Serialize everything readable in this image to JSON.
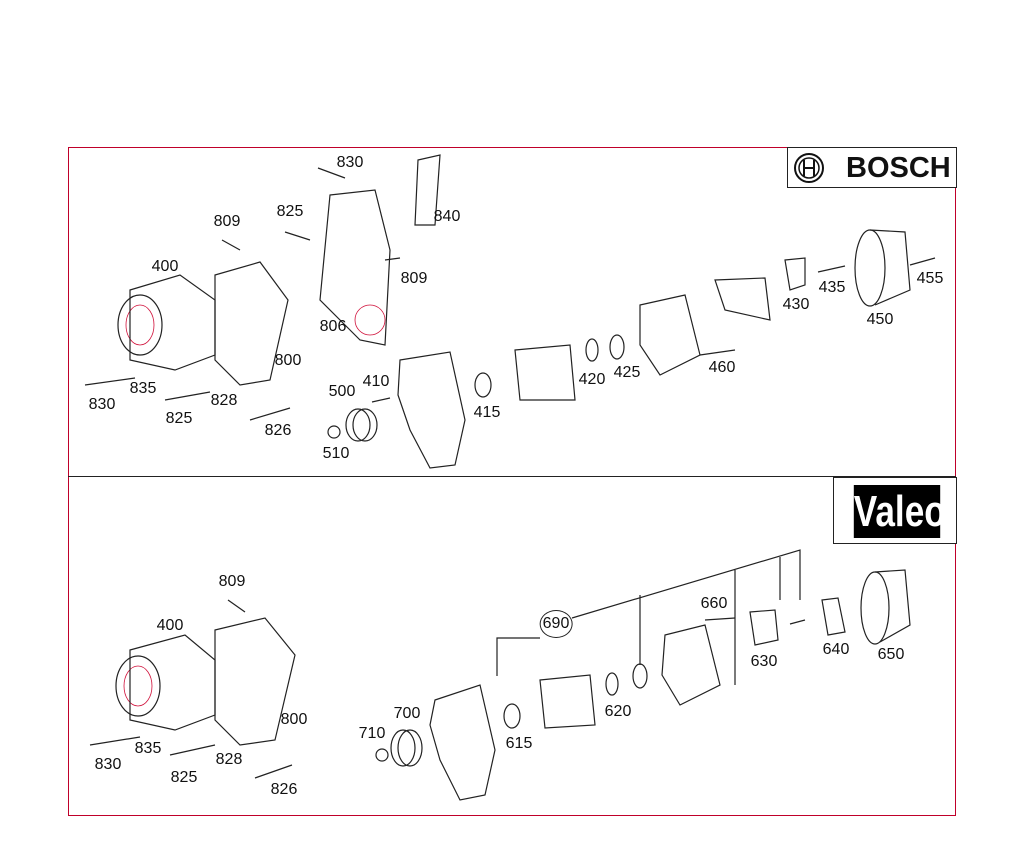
{
  "brands": {
    "top": "BOSCH",
    "bottom": "Valeo"
  },
  "colors": {
    "frame": "#c0002a",
    "ink": "#111111"
  },
  "top_labels": [
    "830",
    "825",
    "809",
    "840",
    "809",
    "400",
    "806",
    "800",
    "430",
    "435",
    "450",
    "455",
    "460",
    "420",
    "425",
    "415",
    "500",
    "410",
    "510",
    "830",
    "835",
    "825",
    "828",
    "826"
  ],
  "bottom_labels": [
    "809",
    "400",
    "800",
    "690",
    "660",
    "630",
    "640",
    "650",
    "620",
    "615",
    "700",
    "710",
    "830",
    "835",
    "825",
    "828",
    "826"
  ]
}
